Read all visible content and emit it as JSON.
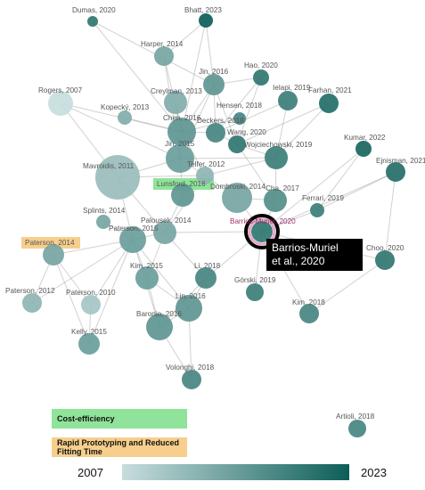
{
  "colors": {
    "year_start": "#c7dddd",
    "year_end": "#0d5e58",
    "edge": "#9a9a9a",
    "cost_efficiency_highlight": "#8fe39a",
    "rapid_prototyping_highlight": "#f7cf8c",
    "selected_label": "#a0306a"
  },
  "callout": {
    "line1": "Barrios-Muriel",
    "line2": "et al., 2020"
  },
  "legend": {
    "cost_efficiency": "Cost-efficiency",
    "rapid_prototyping": "Rapid Prototyping and Reduced Fitting Time"
  },
  "timeline": {
    "start_year": "2007",
    "end_year": "2023"
  },
  "nodes": [
    {
      "id": "dumas2020",
      "label": "Dumas, 2020",
      "year": 2020,
      "highlight": "none"
    },
    {
      "id": "bhatt2023",
      "label": "Bhatt, 2023",
      "year": 2023,
      "highlight": "none"
    },
    {
      "id": "harper2014",
      "label": "Harper, 2014",
      "year": 2014,
      "highlight": "none"
    },
    {
      "id": "hao2020",
      "label": "Hao, 2020",
      "year": 2020,
      "highlight": "none"
    },
    {
      "id": "jin2016",
      "label": "Jin, 2016",
      "year": 2016,
      "highlight": "none"
    },
    {
      "id": "rogers2007",
      "label": "Rogers, 2007",
      "year": 2007,
      "highlight": "none"
    },
    {
      "id": "creylman2013",
      "label": "Creylman, 2013",
      "year": 2013,
      "highlight": "none"
    },
    {
      "id": "ielapi2019",
      "label": "Ielapi, 2019",
      "year": 2019,
      "highlight": "none"
    },
    {
      "id": "farhan2021",
      "label": "Farhan, 2021",
      "year": 2021,
      "highlight": "none"
    },
    {
      "id": "kopecky2013",
      "label": "Kopecký, 2013",
      "year": 2013,
      "highlight": "none"
    },
    {
      "id": "hensen2018",
      "label": "Hensen, 2018",
      "year": 2018,
      "highlight": "none"
    },
    {
      "id": "chen2016",
      "label": "Chen, 2016",
      "year": 2016,
      "highlight": "none"
    },
    {
      "id": "deckers2018",
      "label": "Deckers, 2018",
      "year": 2018,
      "highlight": "none"
    },
    {
      "id": "wang2020",
      "label": "Wang, 2020",
      "year": 2020,
      "highlight": "none"
    },
    {
      "id": "wojciechowski2019",
      "label": "Wojciechowski, 2019",
      "year": 2019,
      "highlight": "none"
    },
    {
      "id": "kumar2022",
      "label": "Kumar, 2022",
      "year": 2022,
      "highlight": "none"
    },
    {
      "id": "jin2015",
      "label": "Jin, 2015",
      "year": 2015,
      "highlight": "none"
    },
    {
      "id": "ejnisman2021",
      "label": "Ejnisman, 2021",
      "year": 2021,
      "highlight": "none"
    },
    {
      "id": "mavroidis2011",
      "label": "Mavroidis, 2011",
      "year": 2011,
      "highlight": "none"
    },
    {
      "id": "telfer2012",
      "label": "Telfer, 2012",
      "year": 2012,
      "highlight": "none"
    },
    {
      "id": "lunsford2016",
      "label": "Lunsford, 2016",
      "year": 2016,
      "highlight": "cost"
    },
    {
      "id": "dombroski2014",
      "label": "Dombroski, 2014",
      "year": 2014,
      "highlight": "none"
    },
    {
      "id": "cha2017",
      "label": "Cha, 2017",
      "year": 2017,
      "highlight": "none"
    },
    {
      "id": "ferrari2019",
      "label": "Ferrari, 2019",
      "year": 2019,
      "highlight": "none"
    },
    {
      "id": "splints2014",
      "label": "Splints, 2014",
      "year": 2014,
      "highlight": "none"
    },
    {
      "id": "barrios2020",
      "label": "Barrios-Muriel, 2020",
      "year": 2020,
      "highlight": "selected"
    },
    {
      "id": "palousek2014",
      "label": "Palousek, 2014",
      "year": 2014,
      "highlight": "none"
    },
    {
      "id": "paterson2014",
      "label": "Paterson, 2014",
      "year": 2014,
      "highlight": "rapid"
    },
    {
      "id": "paterson2015",
      "label": "Paterson, 2015",
      "year": 2015,
      "highlight": "none"
    },
    {
      "id": "choo2020",
      "label": "Choo, 2020",
      "year": 2020,
      "highlight": "none"
    },
    {
      "id": "kim2015",
      "label": "Kim, 2015",
      "year": 2015,
      "highlight": "none"
    },
    {
      "id": "li2018",
      "label": "Li, 2018",
      "year": 2018,
      "highlight": "none"
    },
    {
      "id": "gorski2019",
      "label": "Górski, 2019",
      "year": 2019,
      "highlight": "none"
    },
    {
      "id": "paterson2012",
      "label": "Paterson, 2012",
      "year": 2012,
      "highlight": "none"
    },
    {
      "id": "paterson2010",
      "label": "Paterson, 2010",
      "year": 2010,
      "highlight": "none"
    },
    {
      "id": "lin2016",
      "label": "Lin, 2016",
      "year": 2016,
      "highlight": "none"
    },
    {
      "id": "kim2018",
      "label": "Kim, 2018",
      "year": 2018,
      "highlight": "none"
    },
    {
      "id": "baronio2016",
      "label": "Baronio, 2016",
      "year": 2016,
      "highlight": "none"
    },
    {
      "id": "kelly2015",
      "label": "Kelly, 2015",
      "year": 2015,
      "highlight": "none"
    },
    {
      "id": "volonghi2018",
      "label": "Volonghi, 2018",
      "year": 2018,
      "highlight": "none"
    },
    {
      "id": "artioli2018",
      "label": "Artioli, 2018",
      "year": 2018,
      "highlight": "none"
    }
  ],
  "edges": [
    [
      "dumas2020",
      "jin2016"
    ],
    [
      "dumas2020",
      "chen2016"
    ],
    [
      "bhatt2023",
      "jin2016"
    ],
    [
      "bhatt2023",
      "harper2014"
    ],
    [
      "bhatt2023",
      "chen2016"
    ],
    [
      "harper2014",
      "chen2016"
    ],
    [
      "harper2014",
      "jin2015"
    ],
    [
      "hao2020",
      "jin2016"
    ],
    [
      "hao2020",
      "deckers2018"
    ],
    [
      "jin2016",
      "chen2016"
    ],
    [
      "jin2016",
      "jin2015"
    ],
    [
      "jin2016",
      "wang2020"
    ],
    [
      "rogers2007",
      "chen2016"
    ],
    [
      "rogers2007",
      "jin2015"
    ],
    [
      "rogers2007",
      "mavroidis2011"
    ],
    [
      "creylman2013",
      "chen2016"
    ],
    [
      "creylman2013",
      "jin2015"
    ],
    [
      "ielapi2019",
      "deckers2018"
    ],
    [
      "ielapi2019",
      "wojciechowski2019"
    ],
    [
      "farhan2021",
      "wang2020"
    ],
    [
      "farhan2021",
      "wojciechowski2019"
    ],
    [
      "kopecky2013",
      "chen2016"
    ],
    [
      "hensen2018",
      "chen2016"
    ],
    [
      "chen2016",
      "jin2015"
    ],
    [
      "chen2016",
      "deckers2018"
    ],
    [
      "chen2016",
      "telfer2012"
    ],
    [
      "deckers2018",
      "wang2020"
    ],
    [
      "wang2020",
      "wojciechowski2019"
    ],
    [
      "wojciechowski2019",
      "telfer2012"
    ],
    [
      "wojciechowski2019",
      "cha2017"
    ],
    [
      "kumar2022",
      "ferrari2019"
    ],
    [
      "kumar2022",
      "barrios2020"
    ],
    [
      "ejnisman2021",
      "ferrari2019"
    ],
    [
      "ejnisman2021",
      "barrios2020"
    ],
    [
      "jin2015",
      "telfer2012"
    ],
    [
      "jin2015",
      "mavroidis2011"
    ],
    [
      "jin2015",
      "lunsford2016"
    ],
    [
      "mavroidis2011",
      "telfer2012"
    ],
    [
      "mavroidis2011",
      "palousek2014"
    ],
    [
      "mavroidis2011",
      "paterson2015"
    ],
    [
      "telfer2012",
      "lunsford2016"
    ],
    [
      "telfer2012",
      "dombroski2014"
    ],
    [
      "telfer2012",
      "palousek2014"
    ],
    [
      "lunsford2016",
      "palousek2014"
    ],
    [
      "dombroski2014",
      "cha2017"
    ],
    [
      "dombroski2014",
      "barrios2020"
    ],
    [
      "cha2017",
      "barrios2020"
    ],
    [
      "ferrari2019",
      "barrios2020"
    ],
    [
      "barrios2020",
      "choo2020"
    ],
    [
      "barrios2020",
      "kim2018"
    ],
    [
      "barrios2020",
      "gorski2019"
    ],
    [
      "barrios2020",
      "palousek2014"
    ],
    [
      "barrios2020",
      "li2018"
    ],
    [
      "splints2014",
      "paterson2015"
    ],
    [
      "palousek2014",
      "paterson2015"
    ],
    [
      "palousek2014",
      "kim2015"
    ],
    [
      "palousek2014",
      "li2018"
    ],
    [
      "paterson2014",
      "paterson2015"
    ],
    [
      "paterson2014",
      "paterson2012"
    ],
    [
      "paterson2014",
      "paterson2010"
    ],
    [
      "paterson2014",
      "kelly2015"
    ],
    [
      "paterson2015",
      "kim2015"
    ],
    [
      "paterson2015",
      "paterson2010"
    ],
    [
      "paterson2015",
      "paterson2012"
    ],
    [
      "paterson2015",
      "kelly2015"
    ],
    [
      "paterson2015",
      "baronio2016"
    ],
    [
      "paterson2015",
      "lin2016"
    ],
    [
      "kim2015",
      "baronio2016"
    ],
    [
      "kim2015",
      "lin2016"
    ],
    [
      "li2018",
      "lin2016"
    ],
    [
      "li2018",
      "baronio2016"
    ],
    [
      "lin2016",
      "baronio2016"
    ],
    [
      "baronio2016",
      "volonghi2018"
    ],
    [
      "lin2016",
      "volonghi2018"
    ],
    [
      "kim2018",
      "choo2020"
    ],
    [
      "paterson2010",
      "kelly2015"
    ],
    [
      "wojciechowski2019",
      "jin2015"
    ],
    [
      "jin2016",
      "deckers2018"
    ],
    [
      "hao2020",
      "wang2020"
    ],
    [
      "cha2017",
      "wang2020"
    ],
    [
      "choo2020",
      "ejnisman2021"
    ]
  ]
}
